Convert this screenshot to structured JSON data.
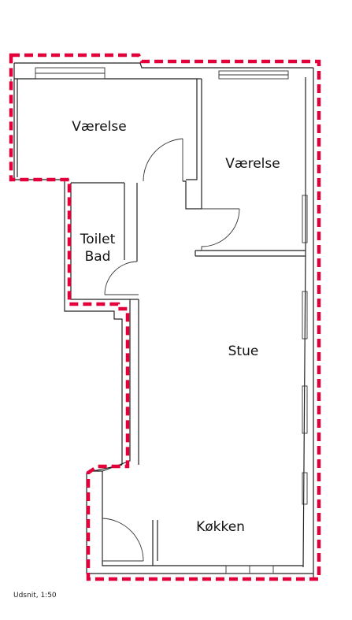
{
  "rooms": {
    "vaerelse_1": "Værelse",
    "vaerelse_2": "Værelse",
    "toilet_line1": "Toilet",
    "toilet_line2": "Bad",
    "stue": "Stue",
    "koekken": "Køkken"
  },
  "caption": "Udsnit, 1:50",
  "colors": {
    "boundary": "#e3003a",
    "walls": "#222222"
  }
}
